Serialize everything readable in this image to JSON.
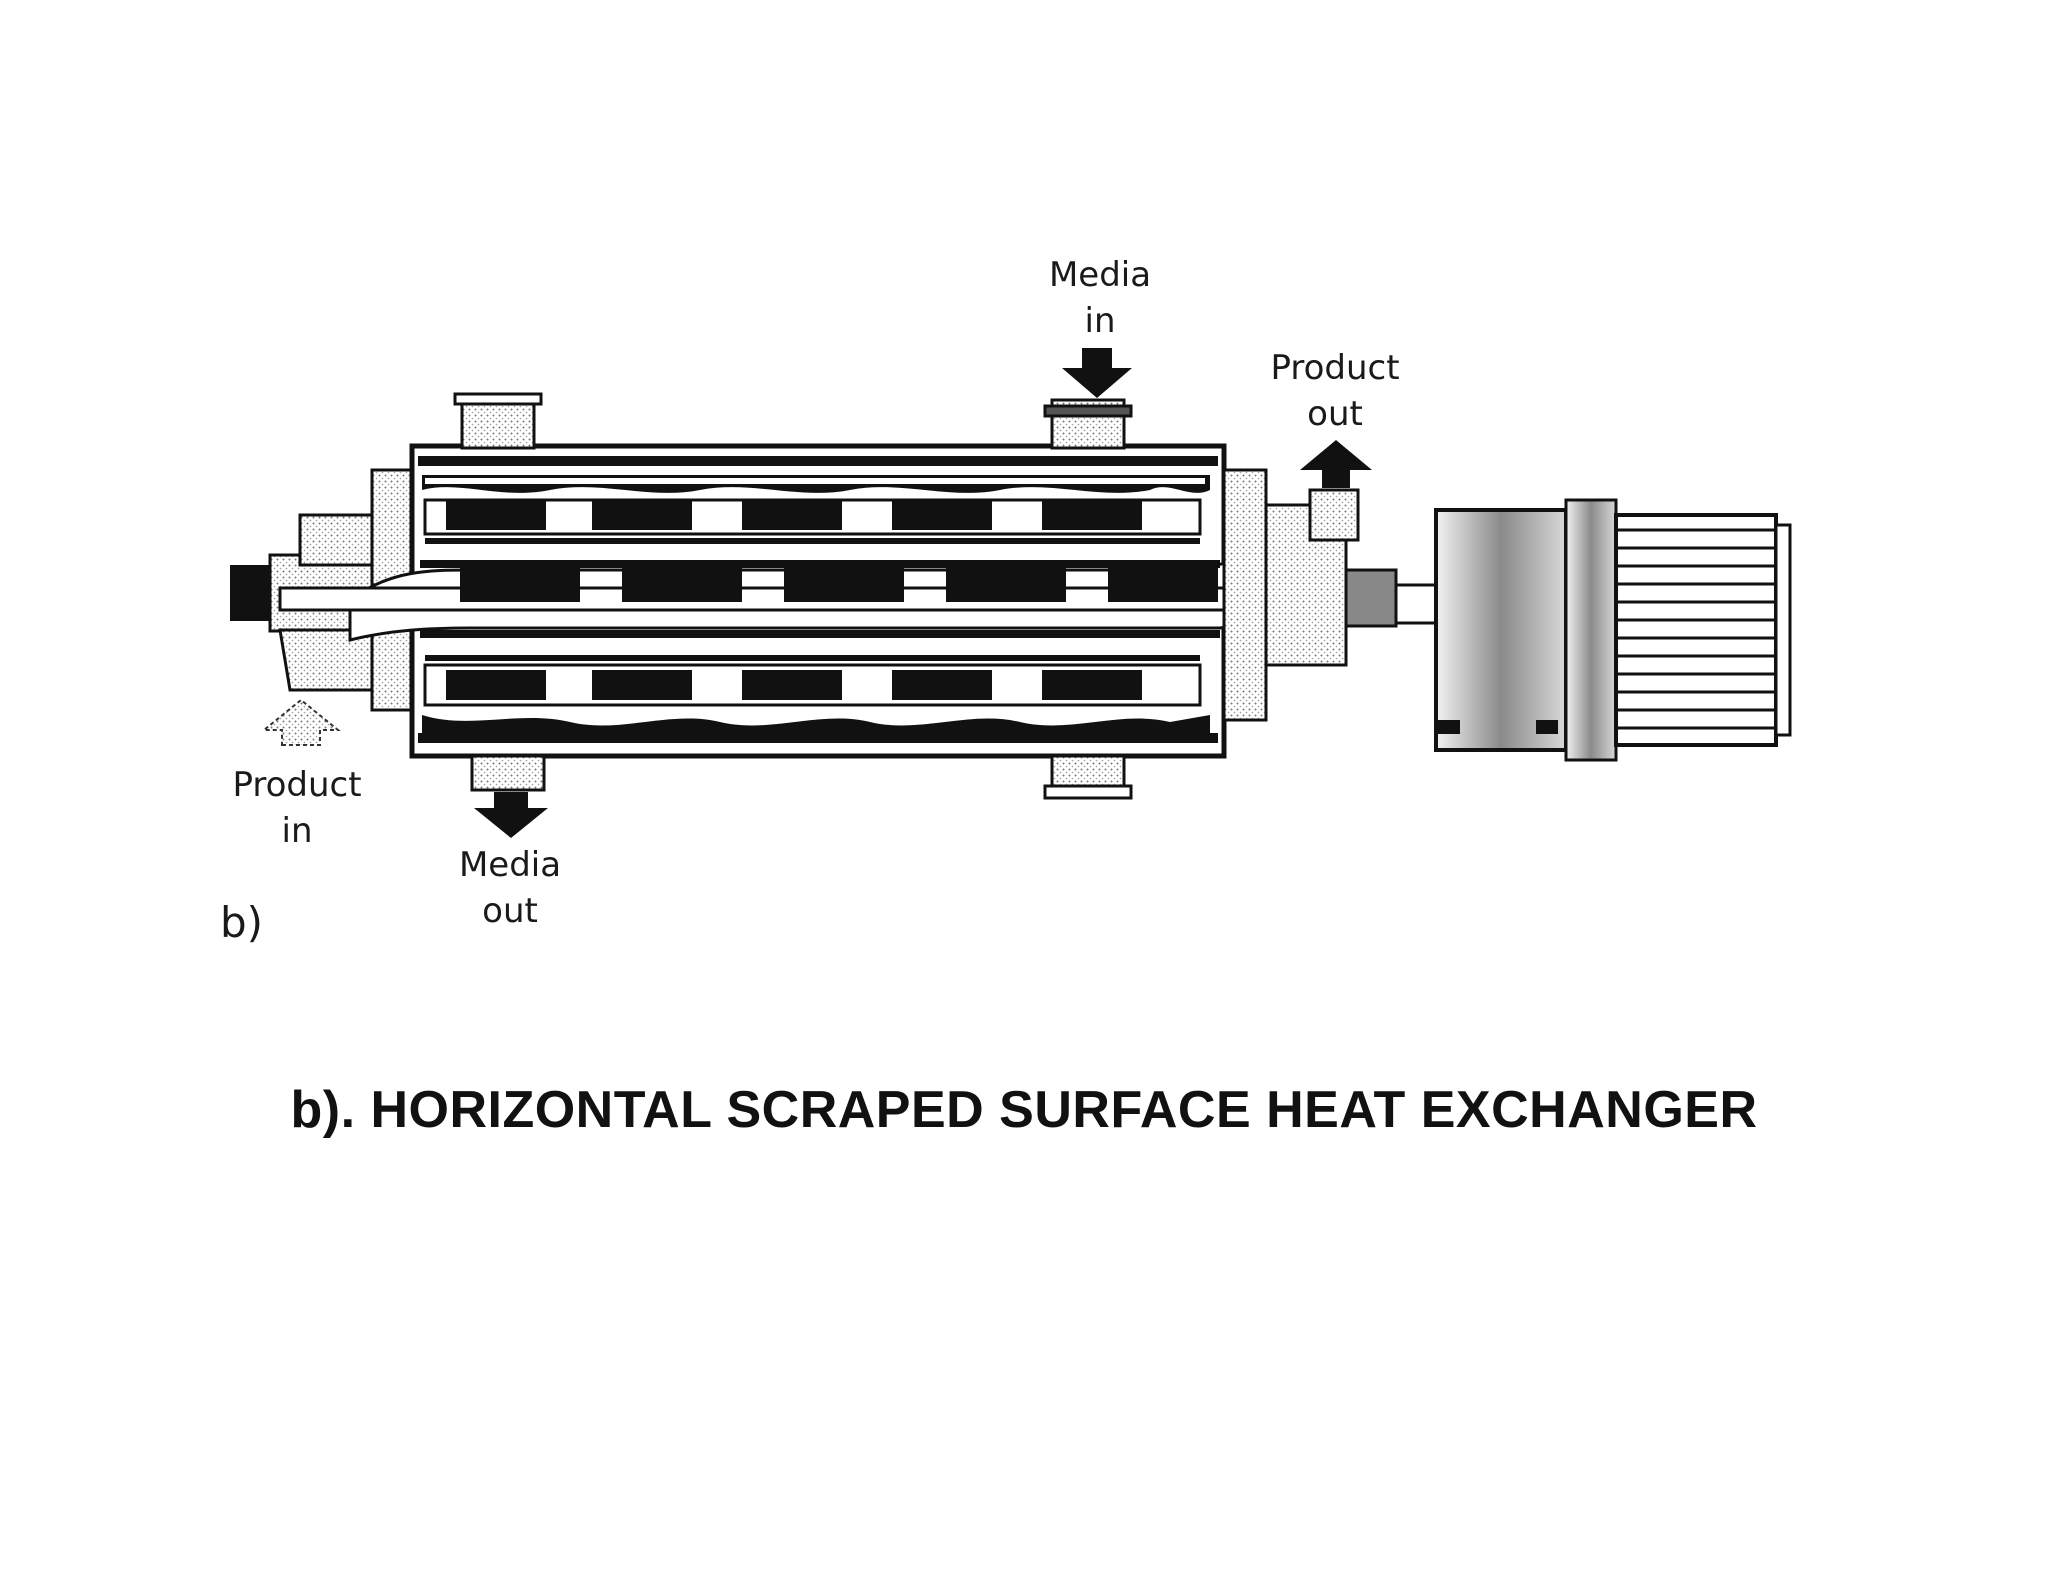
{
  "labels": {
    "media_in": [
      "Media",
      "in"
    ],
    "product_out": [
      "Product",
      "out"
    ],
    "product_in": [
      "Product",
      "in"
    ],
    "media_out": [
      "Media",
      "out"
    ]
  },
  "figure_letter": "b)",
  "caption": "b). HORIZONTAL SCRAPED SURFACE HEAT EXCHANGER",
  "colors": {
    "ink": "#111111",
    "paper": "#ffffff",
    "shade": "#9a9a9a"
  }
}
